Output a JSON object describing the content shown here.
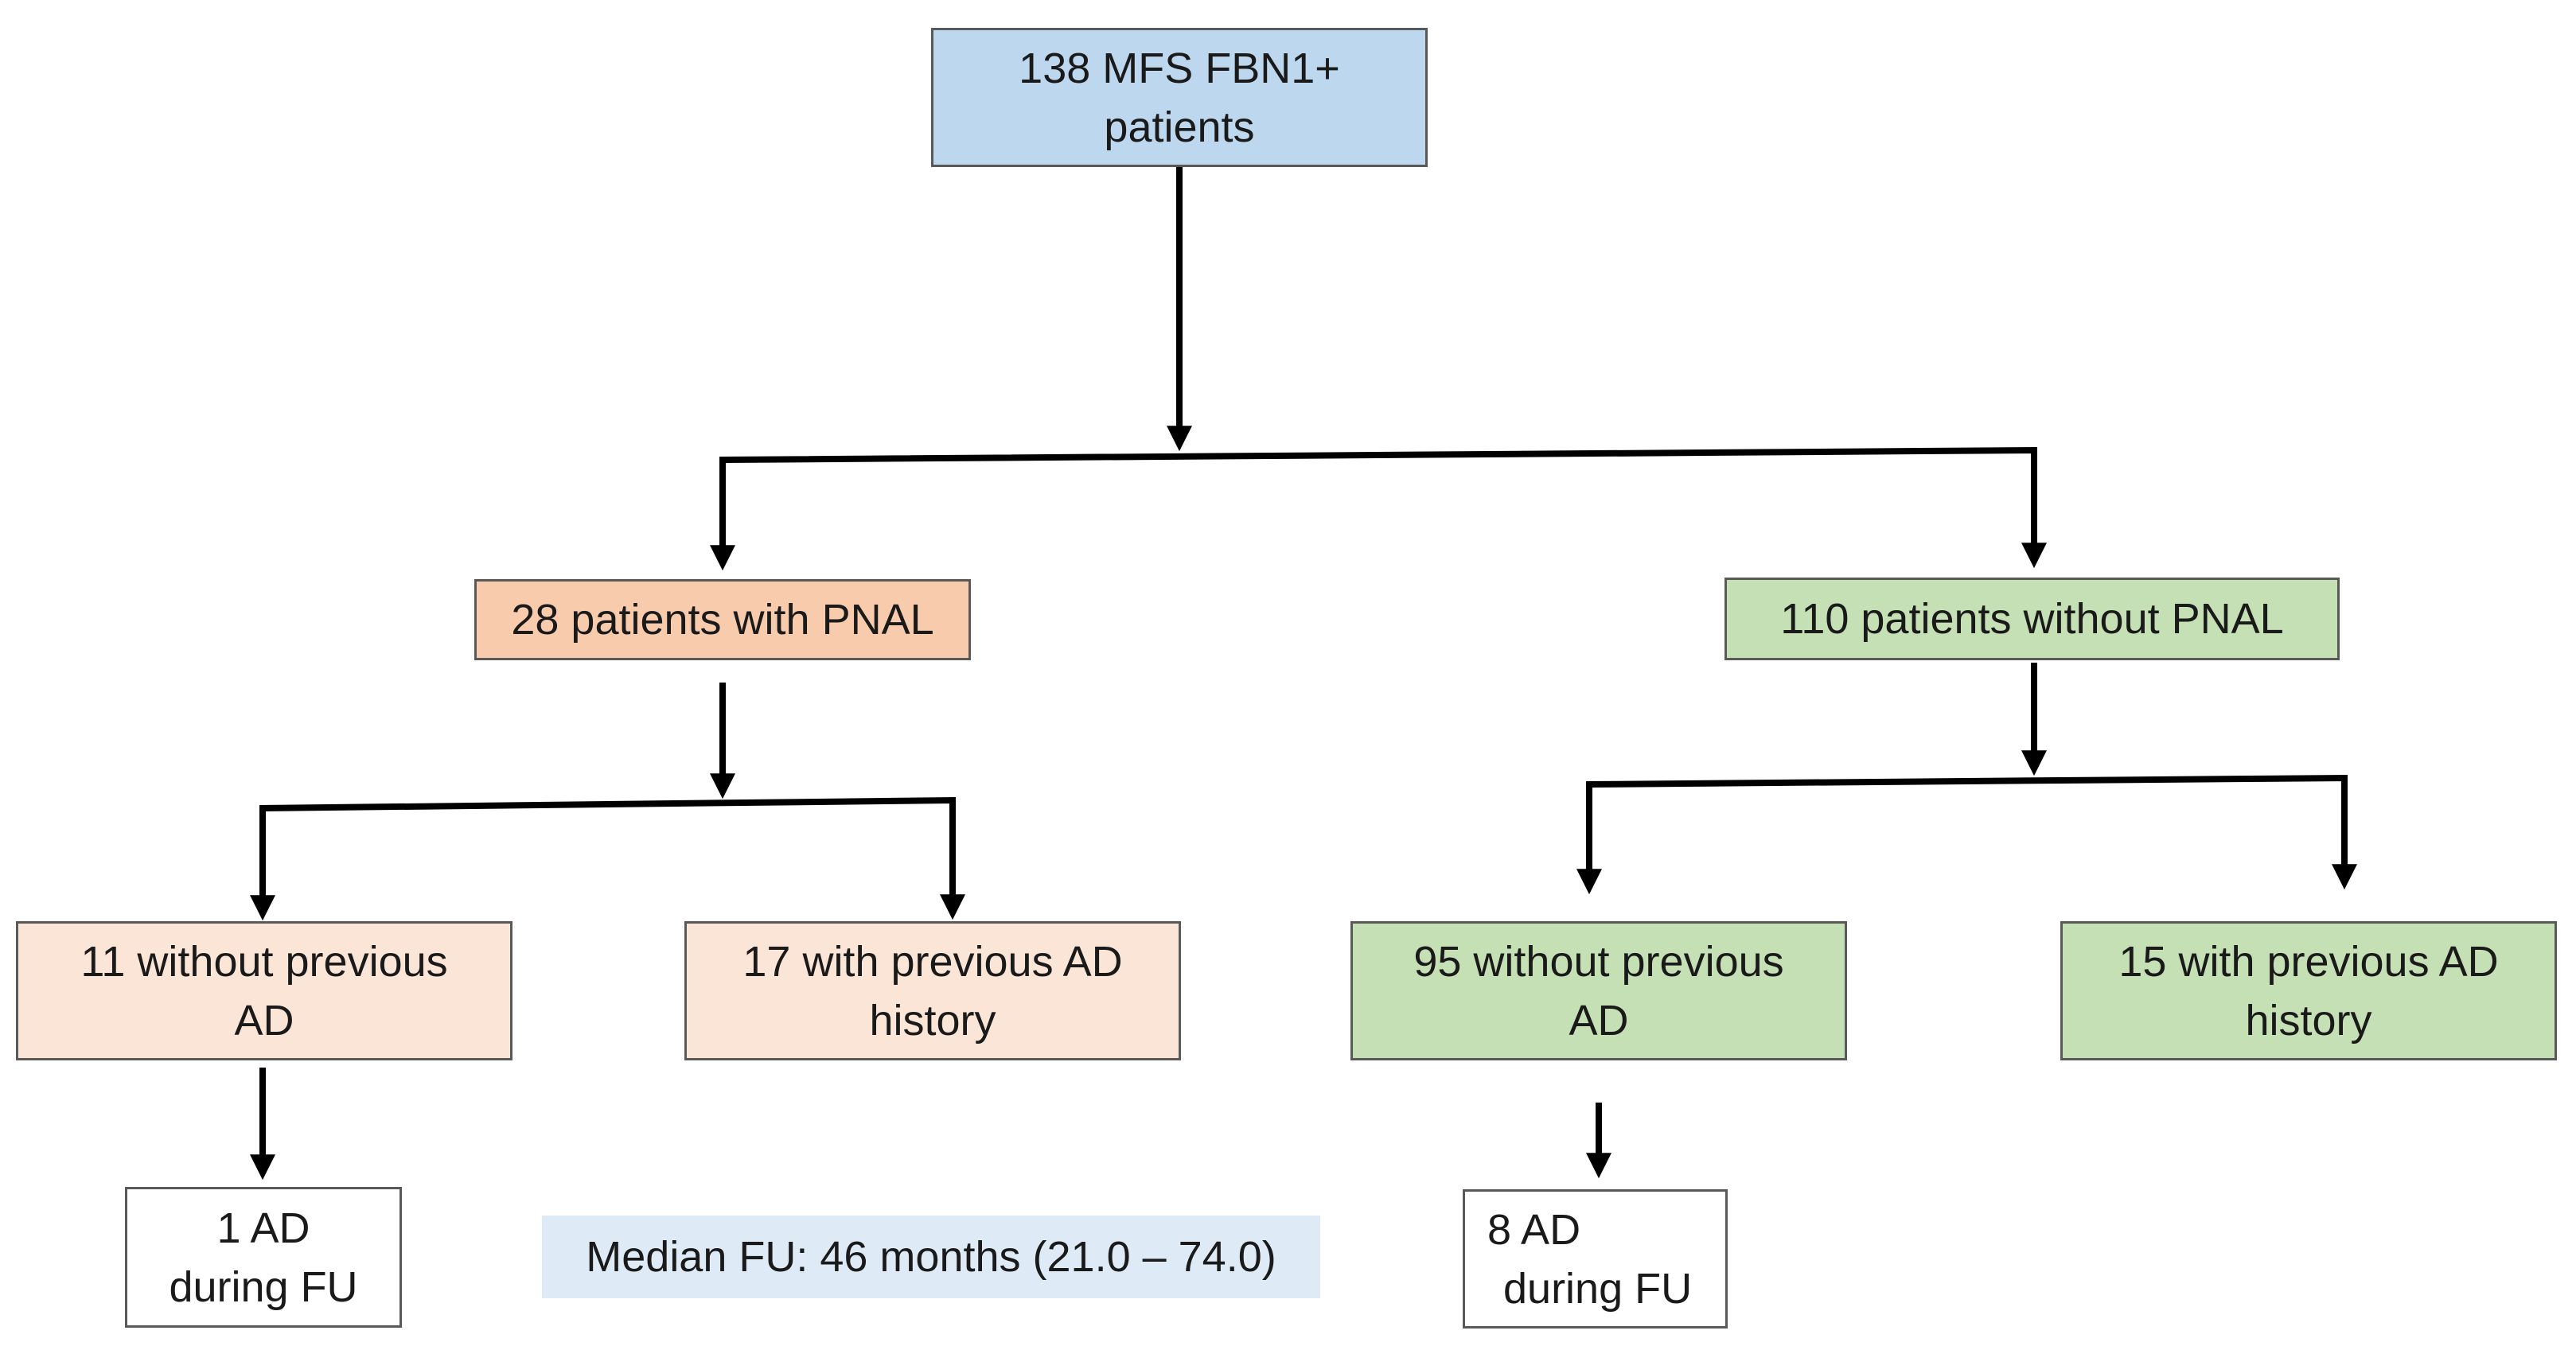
{
  "nodes": {
    "root": {
      "line1": "138 MFS FBN1+",
      "line2": "patients"
    },
    "with_pnal": {
      "label": "28 patients with PNAL"
    },
    "without_pnal": {
      "label": "110 patients without PNAL"
    },
    "pnal_no_prev_ad": {
      "line1": "11 without previous",
      "line2": "AD"
    },
    "pnal_prev_ad": {
      "line1": "17 with previous AD",
      "line2": "history"
    },
    "nopnal_no_prev_ad": {
      "line1": "95 without previous",
      "line2": "AD"
    },
    "nopnal_prev_ad": {
      "line1": "15 with previous AD",
      "line2": "history"
    },
    "pnal_ad_fu": {
      "line1": "1 AD",
      "line2": "during FU"
    },
    "nopnal_ad_fu": {
      "line1": "8 AD",
      "line2": "during FU"
    }
  },
  "note": {
    "text": "Median FU: 46 months (21.0 – 74.0)"
  },
  "colors": {
    "root": "#bdd7ee",
    "with_pnal": "#f8cbad",
    "pnal_children": "#fbe5d6",
    "without_pnal": "#c5e0b4",
    "outcome": "#ffffff",
    "note": "#deebf7",
    "connector": "#000000"
  }
}
